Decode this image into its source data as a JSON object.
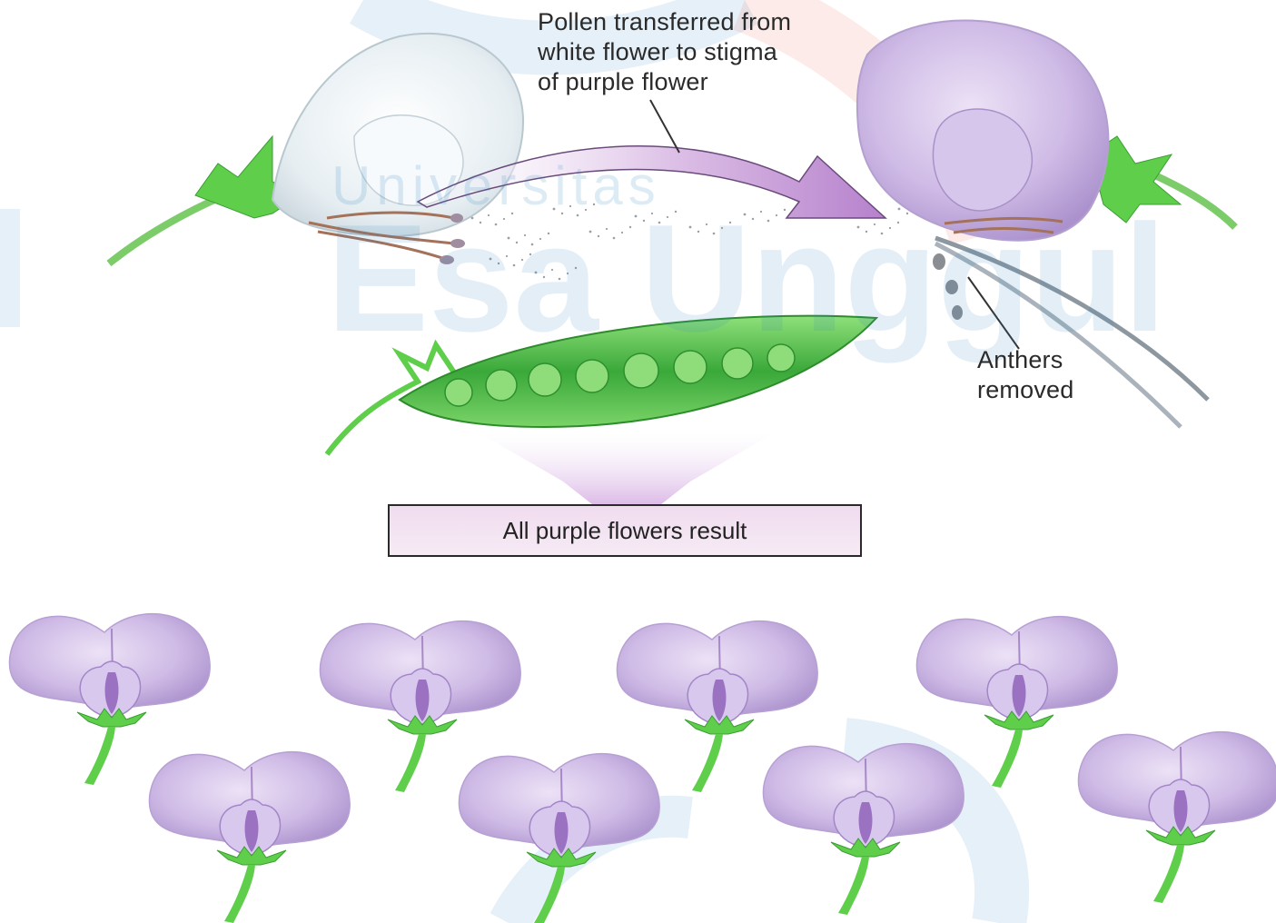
{
  "labels": {
    "pollen_caption": [
      "Pollen transferred from",
      "white flower to stigma",
      "of purple flower"
    ],
    "anthers_caption": [
      "Anthers",
      "removed"
    ],
    "result": "All purple flowers result"
  },
  "watermark": {
    "main": "Esa Unggul",
    "sub": "Universitas"
  },
  "colors": {
    "petal_purple": "#c9b3e0",
    "petal_dark": "#a98cc9",
    "white_petal": "#eef3f6",
    "sepal_green": "#5fce4a",
    "pod_green": "#3fae3a",
    "arrow_purple": "#c49ad6",
    "watermark_blue": "#2f86c2",
    "text": "#2a2a2a"
  },
  "icons": [
    "white-pea-flower",
    "purple-pea-flower",
    "pea-pod",
    "transfer-arrow",
    "down-arrow",
    "forceps"
  ]
}
